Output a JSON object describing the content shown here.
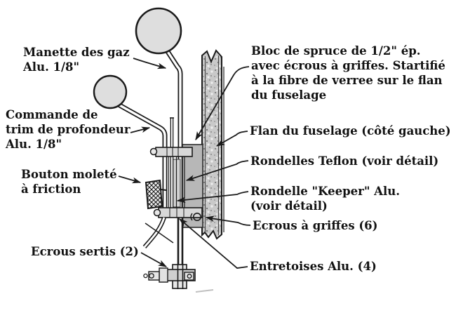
{
  "title": "Schéma de la manette des gaz (diagram technique)",
  "colors": {
    "background": "#ffffff",
    "ink": "#1a1a1a",
    "ball_fill": "#dedede",
    "wall_fill": "#c9c9c9",
    "block_fill": "#b7b7b7",
    "clamp_fill": "#d8d8d8"
  },
  "labels": {
    "manette": {
      "lines": [
        "Manette des gaz",
        "Alu. 1/8\""
      ]
    },
    "commande": {
      "lines": [
        "Commande de",
        "trim de profondeur",
        "Alu. 1/8\""
      ]
    },
    "bouton": {
      "lines": [
        "Bouton moleté",
        "à friction"
      ]
    },
    "sertis": {
      "lines": [
        "Ecrous sertis (2)"
      ]
    },
    "bloc": {
      "lines": [
        "Bloc de spruce de 1/2\" ép.",
        "avec écrous à griffes. Startifié",
        "à la fibre de verree sur le flan",
        "du fuselage"
      ]
    },
    "flan": {
      "lines": [
        "Flan du fuselage (côté gauche)"
      ]
    },
    "teflon": {
      "lines": [
        "Rondelles Teflon (voir détail)"
      ]
    },
    "keeper": {
      "lines": [
        "Rondelle \"Keeper\" Alu.",
        "(voir détail)"
      ]
    },
    "griffes": {
      "lines": [
        "Ecrous à griffes (6)"
      ]
    },
    "entretoises": {
      "lines": [
        "Entretoises Alu. (4)"
      ]
    }
  }
}
